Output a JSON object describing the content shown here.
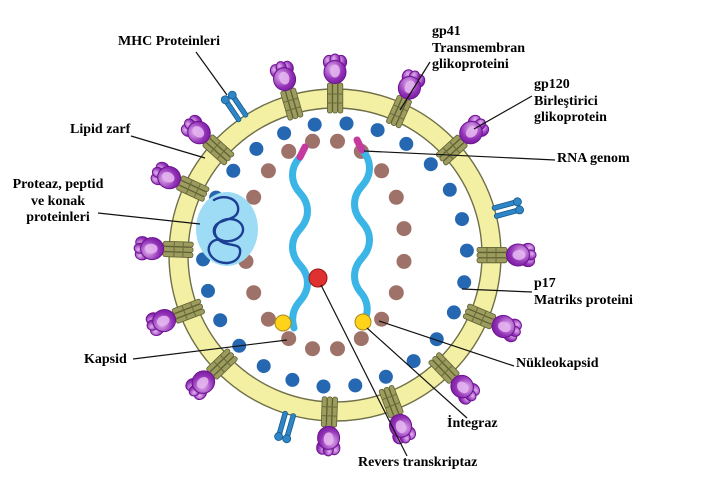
{
  "labels": {
    "mhc": "MHC Proteinleri",
    "gp41": "gp41\nTransmembran\nglikoproteini",
    "gp120": "gp120\nBirleştirici\nglikoprotein",
    "lipid": "Lipid zarf",
    "rna": "RNA genom",
    "proteaz": "Proteaz, peptid\nve konak\nproteinleri",
    "p17": "p17\nMatriks proteini",
    "kapsid": "Kapsid",
    "nukleokapsid": "Nükleokapsid",
    "integraz": "İntegraz",
    "revers": "Revers transkriptaz"
  },
  "colors": {
    "background": "#ffffff",
    "envelope": "#f3efa3",
    "envelope_outline": "#6f6f4a",
    "matrix_dot": "#2667b2",
    "capsid_dot": "#9e7268",
    "rna_strand": "#3ab5e6",
    "rna_tip": "#c43a9e",
    "reverse_transcriptase": "#e03131",
    "integrase": "#ffd31a",
    "protease_blob": "#9edcf5",
    "protease_squiggle": "#1c3f94",
    "spike_head": "#9333b8",
    "spike_head_light": "#e3b3ee",
    "spike_head_dark": "#6d1392",
    "spike_stalk": "#9c9c5e",
    "mhc_protein": "#2e86c8",
    "pointer_line": "#111111"
  }
}
